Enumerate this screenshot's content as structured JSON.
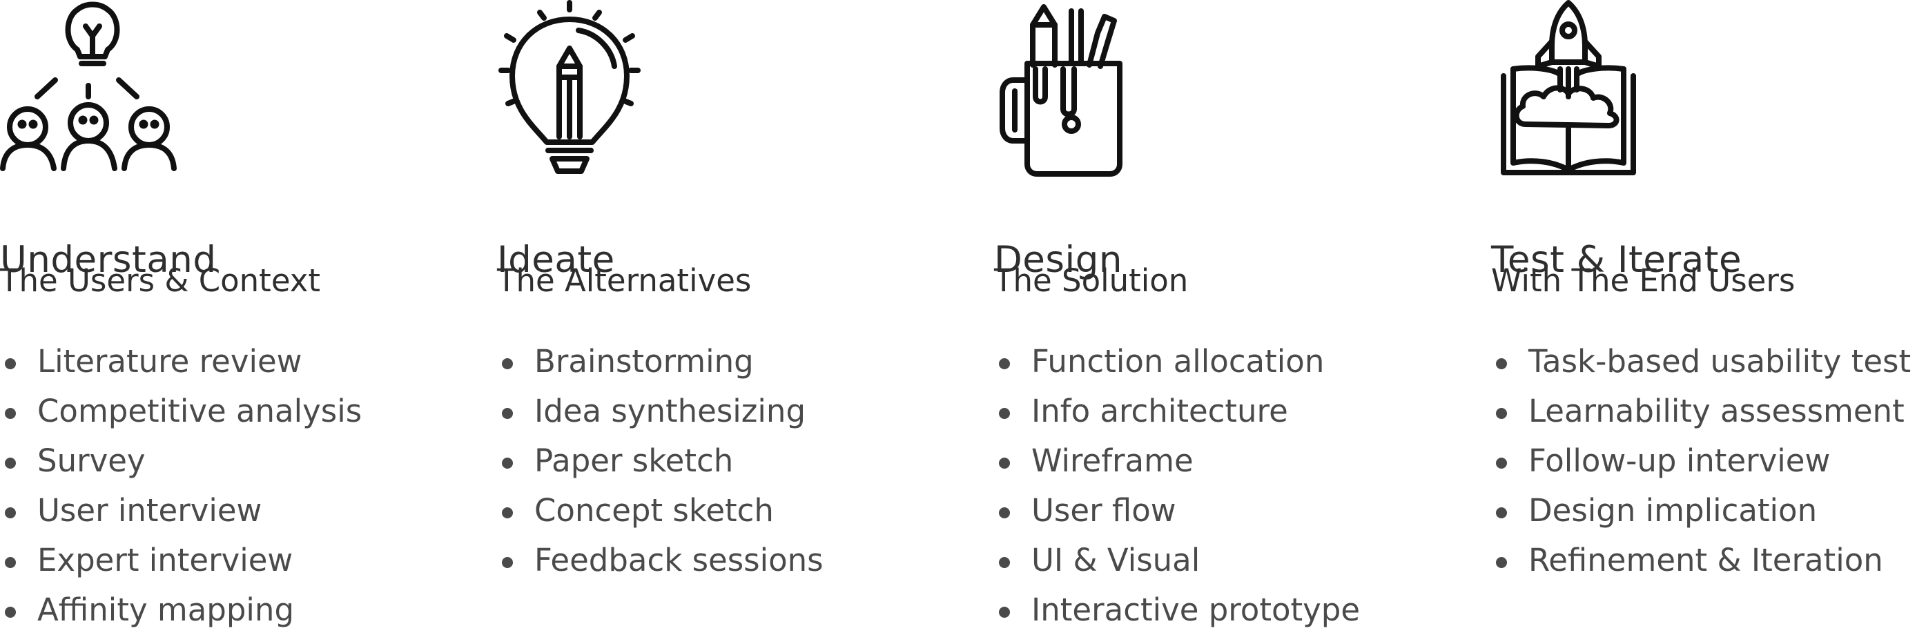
{
  "phases": [
    {
      "title": "Understand",
      "subtitle": "The Users & Context",
      "icon": "team-idea-icon",
      "activities": [
        "Literature review",
        "Competitive analysis",
        "Survey",
        "User interview",
        "Expert interview",
        "Affinity mapping"
      ]
    },
    {
      "title": "Ideate",
      "subtitle": "The Alternatives",
      "icon": "lightbulb-pencil-icon",
      "activities": [
        "Brainstorming",
        "Idea synthesizing",
        "Paper sketch",
        "Concept sketch",
        "Feedback sessions"
      ]
    },
    {
      "title": "Design",
      "subtitle": "The Solution",
      "icon": "pencil-cup-icon",
      "activities": [
        "Function allocation",
        "Info architecture",
        "Wireframe",
        "User flow",
        "UI & Visual",
        "Interactive prototype"
      ]
    },
    {
      "title": "Test & Iterate",
      "subtitle": "With The End Users",
      "icon": "book-rocket-icon",
      "activities": [
        "Task-based usability test",
        "Learnability assessment",
        "Follow-up interview",
        "Design implication",
        "Refinement & Iteration"
      ]
    }
  ],
  "colors": {
    "text": "#2e2e2e",
    "list_text": "#4a4a4a",
    "icon_stroke": "#111111",
    "background": "#ffffff"
  }
}
